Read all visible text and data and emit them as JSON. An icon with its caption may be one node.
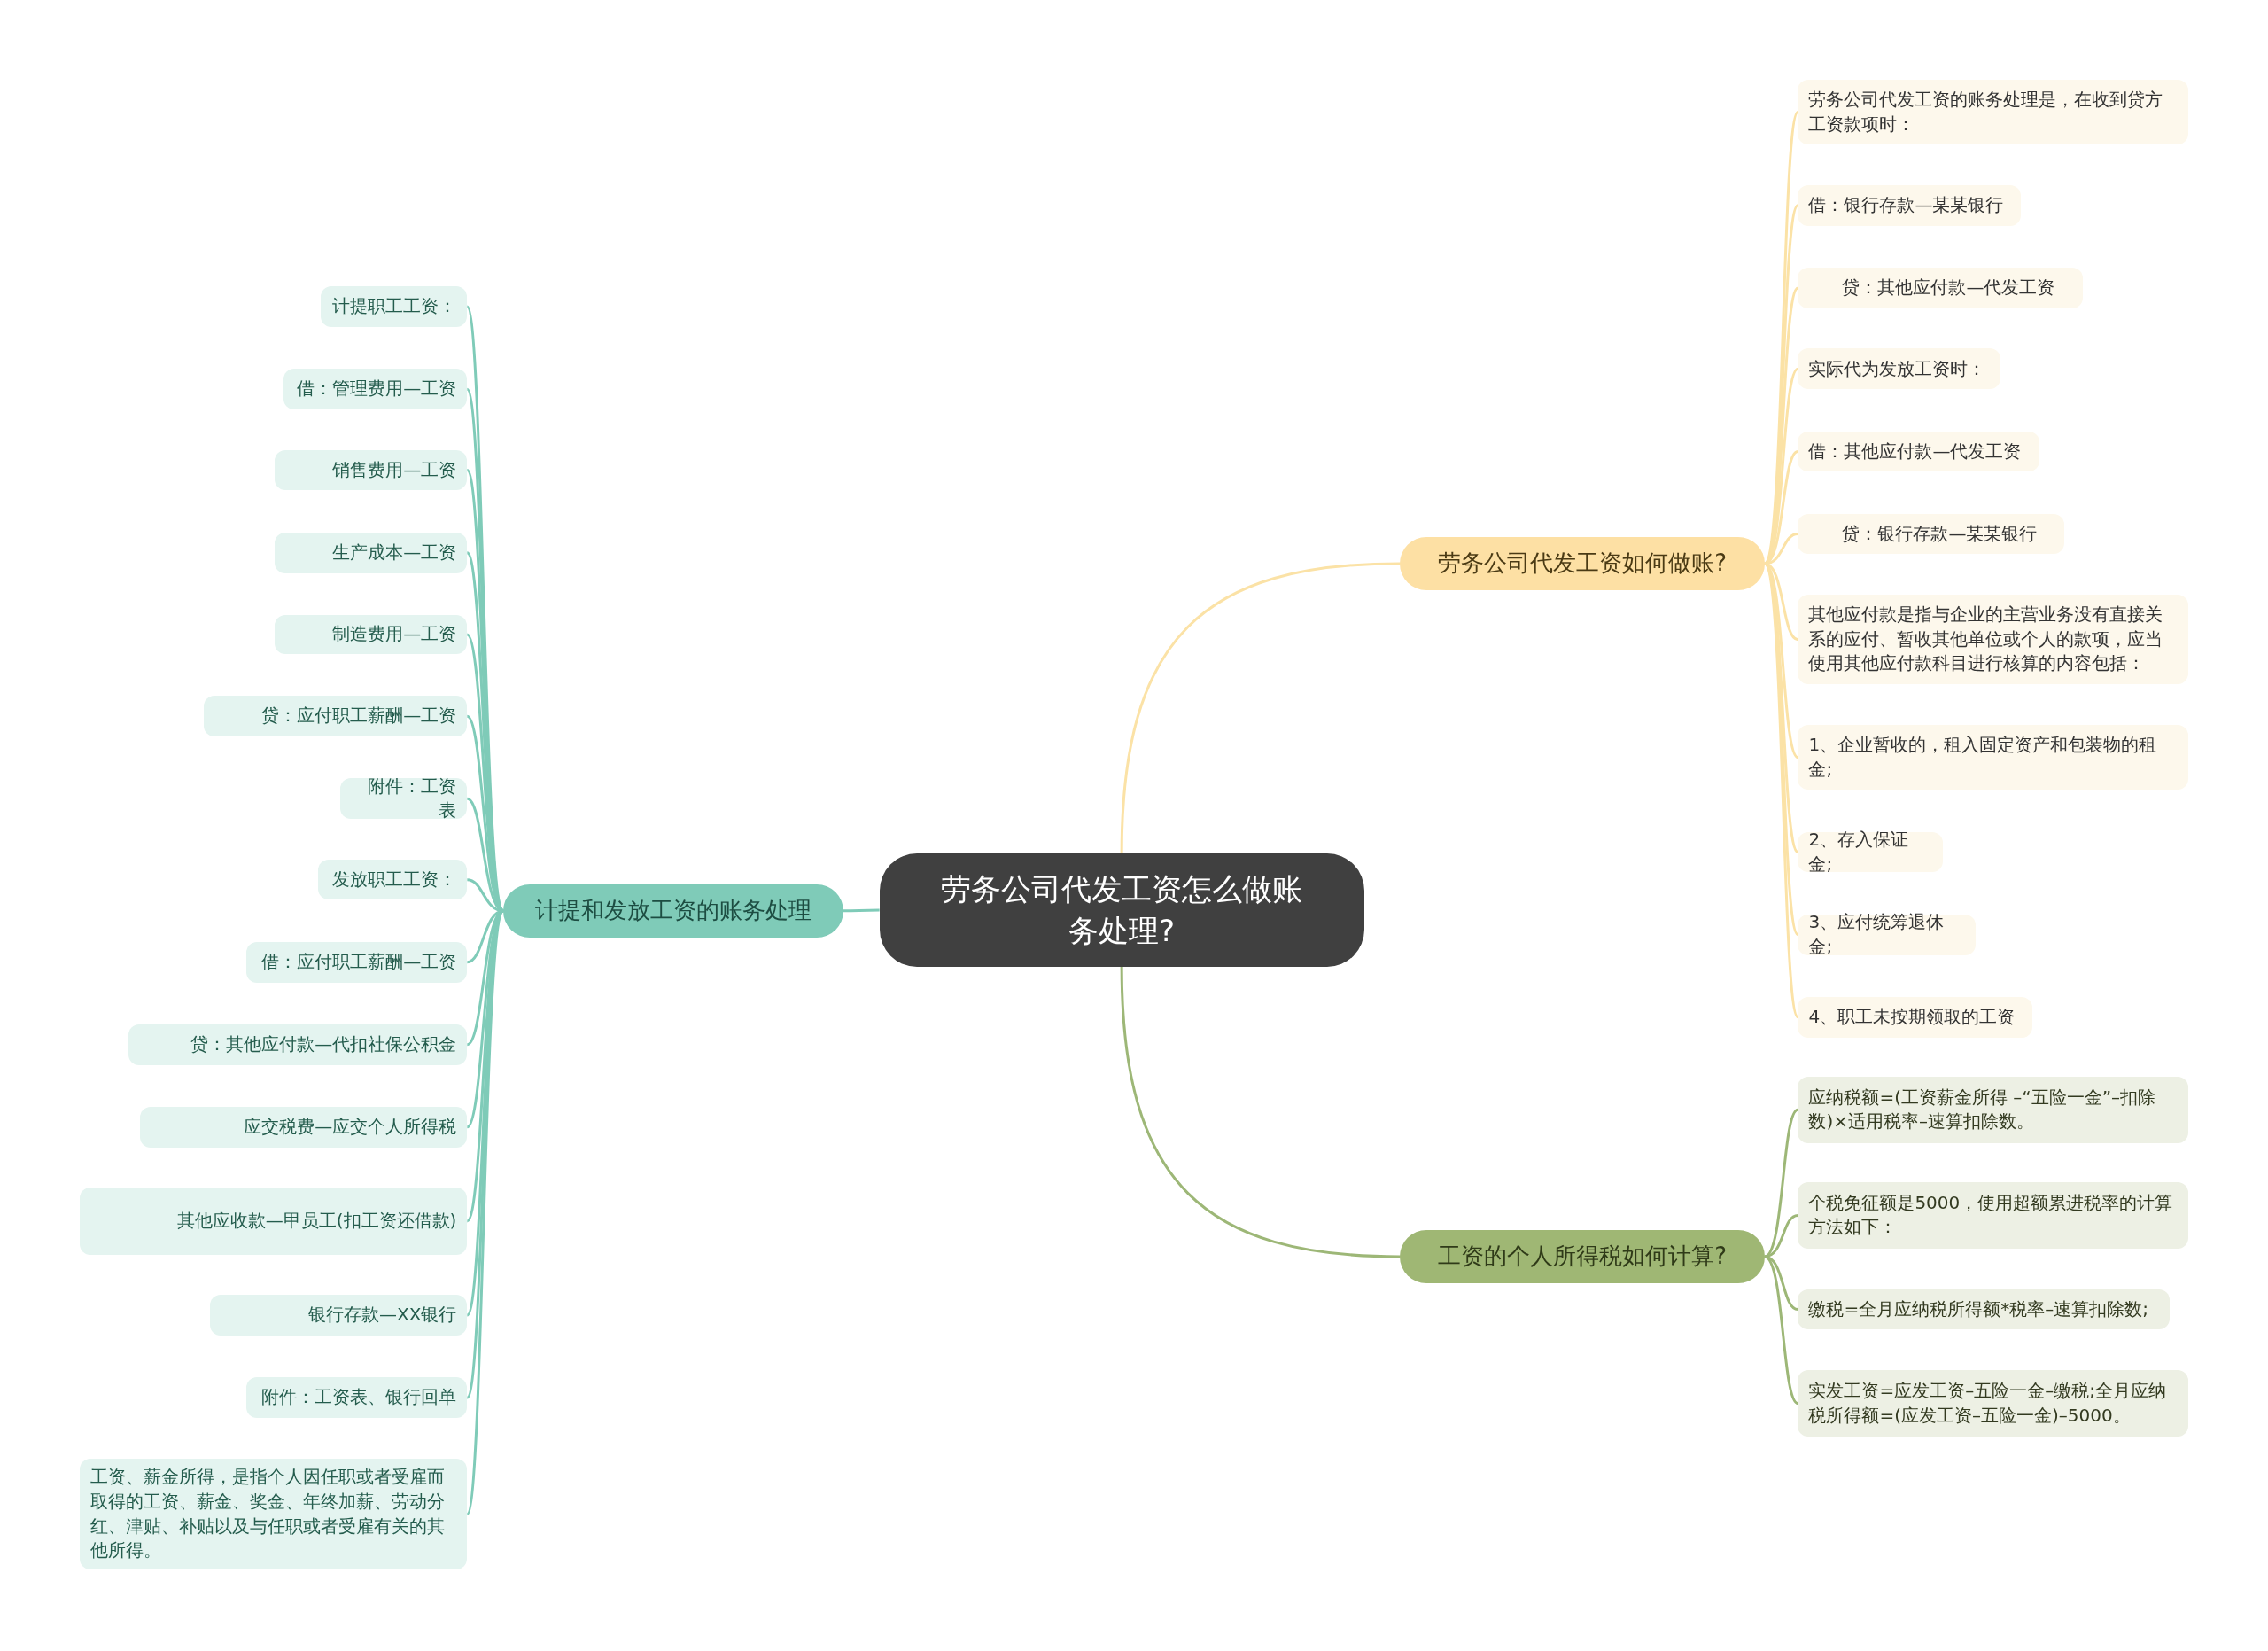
{
  "diagram": {
    "nodes": [
      {
        "text": [
          "劳务公司代发工资怎么做账务处理?"
        ]
      },
      {
        "text": [
          "计提和发放工资的账务处理"
        ]
      },
      {
        "text": [
          "计提职工工资："
        ]
      },
      {
        "text": [
          "借：管理费用—工资"
        ]
      },
      {
        "text": [
          "销售费用—工资"
        ]
      },
      {
        "text": [
          "生产成本—工资"
        ]
      },
      {
        "text": [
          "制造费用—工资"
        ]
      },
      {
        "text": [
          "贷：应付职工薪酬—工资"
        ]
      },
      {
        "text": [
          "附件：工资表"
        ]
      },
      {
        "text": [
          "发放职工工资："
        ]
      },
      {
        "text": [
          "借：应付职工薪酬—工资"
        ]
      },
      {
        "text": [
          "贷：其他应付款—代扣社保公积金"
        ]
      },
      {
        "text": [
          "应交税费—应交个人所得税"
        ]
      },
      {
        "text": [
          "其他应收款—甲员工(扣工资还借款)"
        ]
      },
      {
        "text": [
          "银行存款—XX银行"
        ]
      },
      {
        "text": [
          "附件：工资表、银行回单"
        ]
      },
      {
        "text": [
          "工资、薪金所得，是指个人因任职或者受雇而取得的工资、薪金、奖金、年终加薪、劳动分红、津贴、补贴以及与任职或者受雇有关的其他所得。"
        ]
      },
      {
        "text": [
          "劳务公司代发工资如何做账?"
        ]
      },
      {
        "text": [
          "劳务公司代发工资的账务处理是，在收到贷方工资款项时："
        ]
      },
      {
        "text": [
          "借：银行存款—某某银行"
        ]
      },
      {
        "text": [
          "贷：其他应付款—代发工资"
        ]
      },
      {
        "text": [
          "实际代为发放工资时："
        ]
      },
      {
        "text": [
          "借：其他应付款—代发工资"
        ]
      },
      {
        "text": [
          "贷：银行存款—某某银行"
        ]
      },
      {
        "text": [
          "其他应付款是指与企业的主营业务没有直接关系的应付、暂收其他单位或个人的款项，应当使用其他应付款科目进行核算的内容包括："
        ]
      },
      {
        "text": [
          "1、企业暂收的，租入固定资产和包装物的租金;"
        ]
      },
      {
        "text": [
          "2、存入保证金;"
        ]
      },
      {
        "text": [
          "3、应付统筹退休金;"
        ]
      },
      {
        "text": [
          "4、职工未按期领取的工资"
        ]
      },
      {
        "text": [
          "工资的个人所得税如何计算?"
        ]
      },
      {
        "text": [
          "应纳税额=(工资薪金所得 –“五险一金”–扣除数)×适用税率–速算扣除数。"
        ]
      },
      {
        "text": [
          "个税免征额是5000，使用超额累进税率的计算方法如下："
        ]
      },
      {
        "text": [
          "缴税=全月应纳税所得额*税率–速算扣除数;"
        ]
      },
      {
        "text": [
          "实发工资=应发工资–五险一金–缴税;全月应纳税所得额=(应发工资–五险一金)–5000。"
        ]
      }
    ],
    "edges": [
      {
        "from": 0,
        "to": 1,
        "arrow": "none",
        "color": "#7fcbb8"
      },
      {
        "from": 0,
        "to": 17,
        "arrow": "none",
        "color": "#fbe2a6"
      },
      {
        "from": 0,
        "to": 29,
        "arrow": "none",
        "color": "#9db777"
      },
      {
        "from": 1,
        "to": 2,
        "arrow": "none",
        "color": "#7fcbb8"
      },
      {
        "from": 1,
        "to": 3,
        "arrow": "none",
        "color": "#7fcbb8"
      },
      {
        "from": 1,
        "to": 4,
        "arrow": "none",
        "color": "#7fcbb8"
      },
      {
        "from": 1,
        "to": 5,
        "arrow": "none",
        "color": "#7fcbb8"
      },
      {
        "from": 1,
        "to": 6,
        "arrow": "none",
        "color": "#7fcbb8"
      },
      {
        "from": 1,
        "to": 7,
        "arrow": "none",
        "color": "#7fcbb8"
      },
      {
        "from": 1,
        "to": 8,
        "arrow": "none",
        "color": "#7fcbb8"
      },
      {
        "from": 1,
        "to": 9,
        "arrow": "none",
        "color": "#7fcbb8"
      },
      {
        "from": 1,
        "to": 10,
        "arrow": "none",
        "color": "#7fcbb8"
      },
      {
        "from": 1,
        "to": 11,
        "arrow": "none",
        "color": "#7fcbb8"
      },
      {
        "from": 1,
        "to": 12,
        "arrow": "none",
        "color": "#7fcbb8"
      },
      {
        "from": 1,
        "to": 13,
        "arrow": "none",
        "color": "#7fcbb8"
      },
      {
        "from": 1,
        "to": 14,
        "arrow": "none",
        "color": "#7fcbb8"
      },
      {
        "from": 1,
        "to": 15,
        "arrow": "none",
        "color": "#7fcbb8"
      },
      {
        "from": 1,
        "to": 16,
        "arrow": "none",
        "color": "#7fcbb8"
      },
      {
        "from": 17,
        "to": 18,
        "arrow": "none",
        "color": "#fbe2a6"
      },
      {
        "from": 17,
        "to": 19,
        "arrow": "none",
        "color": "#fbe2a6"
      },
      {
        "from": 17,
        "to": 20,
        "arrow": "none",
        "color": "#fbe2a6"
      },
      {
        "from": 17,
        "to": 21,
        "arrow": "none",
        "color": "#fbe2a6"
      },
      {
        "from": 17,
        "to": 22,
        "arrow": "none",
        "color": "#fbe2a6"
      },
      {
        "from": 17,
        "to": 23,
        "arrow": "none",
        "color": "#fbe2a6"
      },
      {
        "from": 17,
        "to": 24,
        "arrow": "none",
        "color": "#fbe2a6"
      },
      {
        "from": 17,
        "to": 25,
        "arrow": "none",
        "color": "#fbe2a6"
      },
      {
        "from": 17,
        "to": 26,
        "arrow": "none",
        "color": "#fbe2a6"
      },
      {
        "from": 17,
        "to": 27,
        "arrow": "none",
        "color": "#fbe2a6"
      },
      {
        "from": 17,
        "to": 28,
        "arrow": "none",
        "color": "#fbe2a6"
      },
      {
        "from": 29,
        "to": 30,
        "arrow": "none",
        "color": "#9db777"
      },
      {
        "from": 29,
        "to": 31,
        "arrow": "none",
        "color": "#9db777"
      },
      {
        "from": 29,
        "to": 32,
        "arrow": "none",
        "color": "#9db777"
      },
      {
        "from": 29,
        "to": 33,
        "arrow": "none",
        "color": "#9db777"
      }
    ]
  }
}
